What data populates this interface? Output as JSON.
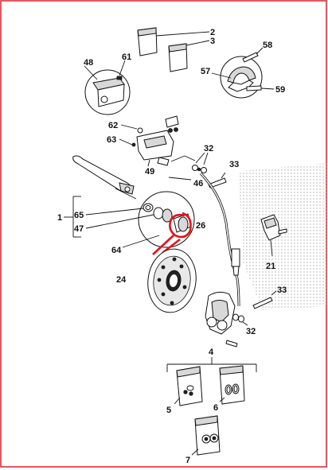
{
  "diagram": {
    "border_color": "#d9232a",
    "annotation_color": "#e0151b",
    "labels": {
      "n2": "2",
      "n3": "3",
      "n58": "58",
      "n61": "61",
      "n48": "48",
      "n57": "57",
      "n59": "59",
      "n62": "62",
      "n63": "63",
      "n32a": "32",
      "n49": "49",
      "n33a": "33",
      "n46": "46",
      "n1": "1",
      "n65": "65",
      "n47": "47",
      "n26": "26",
      "n64": "64",
      "n24": "24",
      "n21": "21",
      "n33b": "33",
      "n32b": "32",
      "n4": "4",
      "n5": "5",
      "n6": "6",
      "n7": "7"
    },
    "icons": [
      "parts-bag-icon",
      "brake-disc-icon",
      "brake-lever-icon",
      "master-cylinder-icon",
      "brake-hose-icon",
      "caliper-icon",
      "bracket-icon",
      "bolt-icon"
    ]
  }
}
